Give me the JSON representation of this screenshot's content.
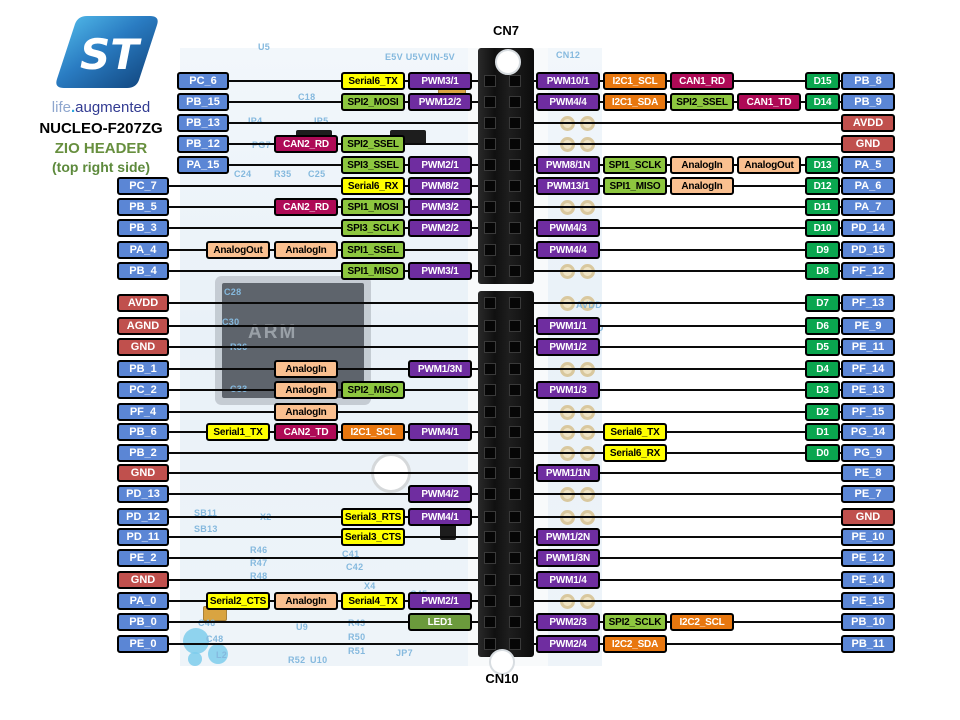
{
  "branding": {
    "logo_text": "ST",
    "tagline": {
      "life": "life",
      "dot": ".",
      "augmented": "augmented"
    },
    "board_name": "NUCLEO-F207ZG",
    "header_title": "ZIO HEADER",
    "header_subtitle": "(top right side)"
  },
  "connectors": {
    "top_label": "CN7",
    "bottom_label": "CN10"
  },
  "palette": {
    "pin_blue": "#5b86d5",
    "power_red": "#c0504d",
    "d_green": "#0aa64f",
    "pwm_purple": "#6f2da0",
    "serial_yellow": "#ffff00",
    "spi_green": "#8dc63f",
    "analog_peach": "#fac090",
    "i2c_orange": "#e8770f",
    "can_crimson": "#ae0a56",
    "led_green": "#6b9a3c"
  },
  "rows": [
    {
      "left": {
        "pin": "PC_6",
        "kind": "gpio",
        "funcs": [
          {
            "col": 3,
            "label": "Serial6_TX",
            "type": "serial"
          },
          {
            "col": 4,
            "label": "PWM3/1",
            "type": "pwm"
          }
        ]
      },
      "right": {
        "funcs": [
          {
            "col": 1,
            "label": "PWM10/1",
            "type": "pwm"
          },
          {
            "col": 2,
            "label": "I2C1_SCL",
            "type": "i2c"
          },
          {
            "col": 3,
            "label": "CAN1_RD",
            "type": "can"
          }
        ],
        "d": "D15",
        "pin": "PB_8",
        "kind": "gpio"
      }
    },
    {
      "left": {
        "pin": "PB_15",
        "kind": "gpio",
        "funcs": [
          {
            "col": 3,
            "label": "SPI2_MOSI",
            "type": "spi"
          },
          {
            "col": 4,
            "label": "PWM12/2",
            "type": "pwm"
          }
        ]
      },
      "right": {
        "funcs": [
          {
            "col": 1,
            "label": "PWM4/4",
            "type": "pwm"
          },
          {
            "col": 2,
            "label": "I2C1_SDA",
            "type": "i2c"
          },
          {
            "col": 3,
            "label": "SPI2_SSEL",
            "type": "spi"
          },
          {
            "col": 4,
            "label": "CAN1_TD",
            "type": "can"
          }
        ],
        "d": "D14",
        "pin": "PB_9",
        "kind": "gpio"
      }
    },
    {
      "left": {
        "pin": "PB_13",
        "kind": "gpio",
        "funcs": []
      },
      "right": {
        "funcs": [],
        "d": null,
        "pin": "AVDD",
        "kind": "power"
      }
    },
    {
      "left": {
        "pin": "PB_12",
        "kind": "gpio",
        "funcs": [
          {
            "col": 2,
            "label": "CAN2_RD",
            "type": "can"
          },
          {
            "col": 3,
            "label": "SPI2_SSEL",
            "type": "spi"
          }
        ]
      },
      "right": {
        "funcs": [],
        "d": null,
        "pin": "GND",
        "kind": "power"
      }
    },
    {
      "left": {
        "pin": "PA_15",
        "kind": "gpio",
        "funcs": [
          {
            "col": 3,
            "label": "SPI3_SSEL",
            "type": "spi"
          },
          {
            "col": 4,
            "label": "PWM2/1",
            "type": "pwm"
          }
        ]
      },
      "right": {
        "funcs": [
          {
            "col": 1,
            "label": "PWM8/1N",
            "type": "pwm"
          },
          {
            "col": 2,
            "label": "SPI1_SCLK",
            "type": "spi"
          },
          {
            "col": 3,
            "label": "AnalogIn",
            "type": "analog"
          },
          {
            "col": 4,
            "label": "AnalogOut",
            "type": "analog"
          }
        ],
        "d": "D13",
        "pin": "PA_5",
        "kind": "gpio"
      }
    },
    {
      "left": {
        "pin": "PC_7",
        "kind": "gpio",
        "funcs": [
          {
            "col": 3,
            "label": "Serial6_RX",
            "type": "serial"
          },
          {
            "col": 4,
            "label": "PWM8/2",
            "type": "pwm"
          }
        ]
      },
      "right": {
        "funcs": [
          {
            "col": 1,
            "label": "PWM13/1",
            "type": "pwm"
          },
          {
            "col": 2,
            "label": "SPI1_MISO",
            "type": "spi"
          },
          {
            "col": 3,
            "label": "AnalogIn",
            "type": "analog"
          }
        ],
        "d": "D12",
        "pin": "PA_6",
        "kind": "gpio"
      }
    },
    {
      "left": {
        "pin": "PB_5",
        "kind": "gpio",
        "funcs": [
          {
            "col": 2,
            "label": "CAN2_RD",
            "type": "can"
          },
          {
            "col": 3,
            "label": "SPI1_MOSI",
            "type": "spi"
          },
          {
            "col": 4,
            "label": "PWM3/2",
            "type": "pwm"
          }
        ]
      },
      "right": {
        "funcs": [],
        "d": "D11",
        "pin": "PA_7",
        "kind": "gpio"
      }
    },
    {
      "left": {
        "pin": "PB_3",
        "kind": "gpio",
        "funcs": [
          {
            "col": 3,
            "label": "SPI3_SCLK",
            "type": "spi"
          },
          {
            "col": 4,
            "label": "PWM2/2",
            "type": "pwm"
          }
        ]
      },
      "right": {
        "funcs": [
          {
            "col": 1,
            "label": "PWM4/3",
            "type": "pwm"
          }
        ],
        "d": "D10",
        "pin": "PD_14",
        "kind": "gpio"
      }
    },
    {
      "left": {
        "pin": "PA_4",
        "kind": "gpio",
        "funcs": [
          {
            "col": 1,
            "label": "AnalogOut",
            "type": "analog"
          },
          {
            "col": 2,
            "label": "AnalogIn",
            "type": "analog"
          },
          {
            "col": 3,
            "label": "SPI1_SSEL",
            "type": "spi"
          }
        ]
      },
      "right": {
        "funcs": [
          {
            "col": 1,
            "label": "PWM4/4",
            "type": "pwm"
          }
        ],
        "d": "D9",
        "pin": "PD_15",
        "kind": "gpio"
      }
    },
    {
      "left": {
        "pin": "PB_4",
        "kind": "gpio",
        "funcs": [
          {
            "col": 3,
            "label": "SPI1_MISO",
            "type": "spi"
          },
          {
            "col": 4,
            "label": "PWM3/1",
            "type": "pwm"
          }
        ]
      },
      "right": {
        "funcs": [],
        "d": "D8",
        "pin": "PF_12",
        "kind": "gpio"
      }
    },
    {
      "left": {
        "pin": "AVDD",
        "kind": "power",
        "funcs": []
      },
      "right": {
        "funcs": [],
        "d": "D7",
        "pin": "PF_13",
        "kind": "gpio"
      }
    },
    {
      "left": {
        "pin": "AGND",
        "kind": "power",
        "funcs": []
      },
      "right": {
        "funcs": [
          {
            "col": 1,
            "label": "PWM1/1",
            "type": "pwm"
          }
        ],
        "d": "D6",
        "pin": "PE_9",
        "kind": "gpio"
      }
    },
    {
      "left": {
        "pin": "GND",
        "kind": "power",
        "funcs": []
      },
      "right": {
        "funcs": [
          {
            "col": 1,
            "label": "PWM1/2",
            "type": "pwm"
          }
        ],
        "d": "D5",
        "pin": "PE_11",
        "kind": "gpio"
      }
    },
    {
      "left": {
        "pin": "PB_1",
        "kind": "gpio",
        "funcs": [
          {
            "col": 2,
            "label": "AnalogIn",
            "type": "analog"
          },
          {
            "col": 4,
            "label": "PWM1/3N",
            "type": "pwm"
          }
        ]
      },
      "right": {
        "funcs": [],
        "d": "D4",
        "pin": "PF_14",
        "kind": "gpio"
      }
    },
    {
      "left": {
        "pin": "PC_2",
        "kind": "gpio",
        "funcs": [
          {
            "col": 2,
            "label": "AnalogIn",
            "type": "analog"
          },
          {
            "col": 3,
            "label": "SPI2_MISO",
            "type": "spi"
          }
        ]
      },
      "right": {
        "funcs": [
          {
            "col": 1,
            "label": "PWM1/3",
            "type": "pwm"
          }
        ],
        "d": "D3",
        "pin": "PE_13",
        "kind": "gpio"
      }
    },
    {
      "left": {
        "pin": "PF_4",
        "kind": "gpio",
        "funcs": [
          {
            "col": 2,
            "label": "AnalogIn",
            "type": "analog"
          }
        ]
      },
      "right": {
        "funcs": [],
        "d": "D2",
        "pin": "PF_15",
        "kind": "gpio"
      }
    },
    {
      "left": {
        "pin": "PB_6",
        "kind": "gpio",
        "funcs": [
          {
            "col": 1,
            "label": "Serial1_TX",
            "type": "serial"
          },
          {
            "col": 2,
            "label": "CAN2_TD",
            "type": "can"
          },
          {
            "col": 3,
            "label": "I2C1_SCL",
            "type": "i2c"
          },
          {
            "col": 4,
            "label": "PWM4/1",
            "type": "pwm"
          }
        ]
      },
      "right": {
        "funcs": [
          {
            "col": 2,
            "label": "Serial6_TX",
            "type": "serial"
          }
        ],
        "d": "D1",
        "pin": "PG_14",
        "kind": "gpio"
      }
    },
    {
      "left": {
        "pin": "PB_2",
        "kind": "gpio",
        "funcs": []
      },
      "right": {
        "funcs": [
          {
            "col": 2,
            "label": "Serial6_RX",
            "type": "serial"
          }
        ],
        "d": "D0",
        "pin": "PG_9",
        "kind": "gpio"
      }
    },
    {
      "left": {
        "pin": "GND",
        "kind": "power",
        "funcs": []
      },
      "right": {
        "funcs": [
          {
            "col": 1,
            "label": "PWM1/1N",
            "type": "pwm"
          }
        ],
        "d": null,
        "pin": "PE_8",
        "kind": "gpio"
      }
    },
    {
      "left": {
        "pin": "PD_13",
        "kind": "gpio",
        "funcs": [
          {
            "col": 4,
            "label": "PWM4/2",
            "type": "pwm"
          }
        ]
      },
      "right": {
        "funcs": [],
        "d": null,
        "pin": "PE_7",
        "kind": "gpio"
      }
    },
    {
      "left": {
        "pin": "PD_12",
        "kind": "gpio",
        "funcs": [
          {
            "col": 3,
            "label": "Serial3_RTS",
            "type": "serial"
          },
          {
            "col": 4,
            "label": "PWM4/1",
            "type": "pwm"
          }
        ]
      },
      "right": {
        "funcs": [],
        "d": null,
        "pin": "GND",
        "kind": "power"
      }
    },
    {
      "left": {
        "pin": "PD_11",
        "kind": "gpio",
        "funcs": [
          {
            "col": 3,
            "label": "Serial3_CTS",
            "type": "serial"
          }
        ]
      },
      "right": {
        "funcs": [
          {
            "col": 1,
            "label": "PWM1/2N",
            "type": "pwm"
          }
        ],
        "d": null,
        "pin": "PE_10",
        "kind": "gpio"
      }
    },
    {
      "left": {
        "pin": "PE_2",
        "kind": "gpio",
        "funcs": []
      },
      "right": {
        "funcs": [
          {
            "col": 1,
            "label": "PWM1/3N",
            "type": "pwm"
          }
        ],
        "d": null,
        "pin": "PE_12",
        "kind": "gpio"
      }
    },
    {
      "left": {
        "pin": "GND",
        "kind": "power",
        "funcs": []
      },
      "right": {
        "funcs": [
          {
            "col": 1,
            "label": "PWM1/4",
            "type": "pwm"
          }
        ],
        "d": null,
        "pin": "PE_14",
        "kind": "gpio"
      }
    },
    {
      "left": {
        "pin": "PA_0",
        "kind": "gpio",
        "funcs": [
          {
            "col": 1,
            "label": "Serial2_CTS",
            "type": "serial"
          },
          {
            "col": 2,
            "label": "AnalogIn",
            "type": "analog"
          },
          {
            "col": 3,
            "label": "Serial4_TX",
            "type": "serial"
          },
          {
            "col": 4,
            "label": "PWM2/1",
            "type": "pwm"
          }
        ]
      },
      "right": {
        "funcs": [],
        "d": null,
        "pin": "PE_15",
        "kind": "gpio"
      }
    },
    {
      "left": {
        "pin": "PB_0",
        "kind": "gpio",
        "funcs": [
          {
            "col": 4,
            "label": "LED1",
            "type": "led"
          }
        ]
      },
      "right": {
        "funcs": [
          {
            "col": 1,
            "label": "PWM2/3",
            "type": "pwm"
          },
          {
            "col": 2,
            "label": "SPI2_SCLK",
            "type": "spi"
          },
          {
            "col": 3,
            "label": "I2C2_SCL",
            "type": "i2c"
          }
        ],
        "d": null,
        "pin": "PB_10",
        "kind": "gpio"
      }
    },
    {
      "left": {
        "pin": "PE_0",
        "kind": "gpio",
        "funcs": []
      },
      "right": {
        "funcs": [
          {
            "col": 1,
            "label": "PWM2/4",
            "type": "pwm"
          },
          {
            "col": 2,
            "label": "I2C2_SDA",
            "type": "i2c"
          }
        ],
        "d": null,
        "pin": "PB_11",
        "kind": "gpio"
      }
    }
  ],
  "board_silkscreen": [
    "CN12",
    "U5",
    "E5V U5VVIN-5V",
    "C18",
    "IP4",
    "IP5",
    "PG7",
    "C24",
    "R35",
    "C25",
    "C27",
    "C28",
    "C30",
    "R36",
    "C33",
    "ARM",
    "X2",
    "SB11",
    "SB13",
    "R46",
    "R47",
    "R48",
    "C41",
    "C42",
    "X4",
    "C45",
    "C46",
    "C48",
    "L2",
    "U9",
    "R43",
    "R50",
    "R51",
    "R52",
    "U10",
    "JP7",
    "AVDD",
    "AGND",
    "GND"
  ]
}
